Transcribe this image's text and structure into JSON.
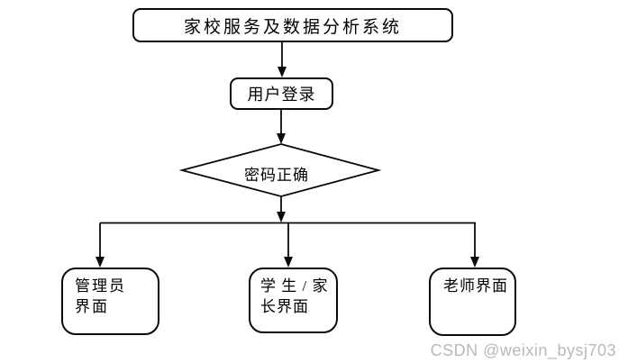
{
  "flowchart": {
    "nodes": {
      "title": {
        "label": "家校服务及数据分析系统",
        "shape": "rounded-rect"
      },
      "login": {
        "label": "用户登录",
        "shape": "rounded-rect"
      },
      "decision": {
        "label": "密码正确",
        "shape": "diamond"
      },
      "admin": {
        "line1": "管理员",
        "line2": "界面",
        "shape": "rounded-rect"
      },
      "student": {
        "line1": "学 生 / 家",
        "line2": "长界面",
        "shape": "rounded-rect"
      },
      "teacher": {
        "label": "老师界面",
        "shape": "rounded-rect"
      }
    },
    "edges": [
      {
        "from": "title",
        "to": "login"
      },
      {
        "from": "login",
        "to": "decision"
      },
      {
        "from": "decision",
        "to": "branch-line"
      },
      {
        "from": "branch-line",
        "to": "admin"
      },
      {
        "from": "branch-line",
        "to": "student"
      },
      {
        "from": "branch-line",
        "to": "teacher"
      }
    ],
    "colors": {
      "line": "#000000",
      "node_fill": "#ffffff",
      "background": "#ffffff"
    }
  },
  "watermark": {
    "text": "CSDN @weixin_bysj703",
    "color": "#b9b9b9"
  }
}
